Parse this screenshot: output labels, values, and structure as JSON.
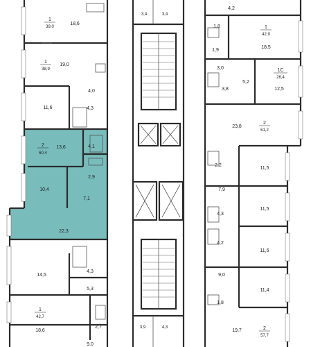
{
  "highlight_color": "#79bcbc",
  "wall_color": "#2b2b2b",
  "left_block": {
    "apt_a": {
      "rooms": "1",
      "area": "39,0",
      "living": "18,6"
    },
    "apt_b": {
      "rooms": "1",
      "area": "38,9",
      "living": "19,0"
    },
    "corridor_a": "4,0",
    "room_a": "11,6",
    "bath_a": "4,3",
    "selected": {
      "rooms": "2",
      "area": "60,4",
      "bedroom": "13,6",
      "bath": "4,1",
      "wc": "2,9",
      "kitchen": "10,4",
      "hall": "7,1",
      "living": "22,3"
    },
    "room_b": "14,5",
    "bath_b": "4,3",
    "corridor_b": "5,3",
    "apt_c": {
      "rooms": "1",
      "area": "42,7",
      "living": "18,6"
    },
    "bath_c": "2,7",
    "bottom_partial": "9,0"
  },
  "center_block": {
    "top_left": "3,4",
    "top_right": "3,4",
    "bottom_left": "3,9",
    "bottom_right": "4,3"
  },
  "right_block": {
    "top": "4,2",
    "bath_a": "1,8",
    "apt_a": {
      "rooms": "1",
      "area": "42,9",
      "living": "18,5"
    },
    "corr_a": "1,9",
    "corr_b": "3,0",
    "bath_b": "3,8",
    "studio": {
      "rooms": "1С",
      "area": "26,4",
      "kitchen": "5,2",
      "living": "12,5"
    },
    "apt_b": {
      "rooms": "2",
      "area": "61,2",
      "living": "23,8"
    },
    "bath_c": "2,2",
    "room_c": "11,5",
    "hall_c": "7,9",
    "room_d": "11,5",
    "bath_d": "4,3",
    "bath_e": "4,2",
    "room_e": "11,6",
    "hall_e": "9,0",
    "room_f": "11,4",
    "bath_f": "1,8",
    "apt_c": {
      "rooms": "2",
      "area": "57,7",
      "living": "19,7"
    }
  }
}
